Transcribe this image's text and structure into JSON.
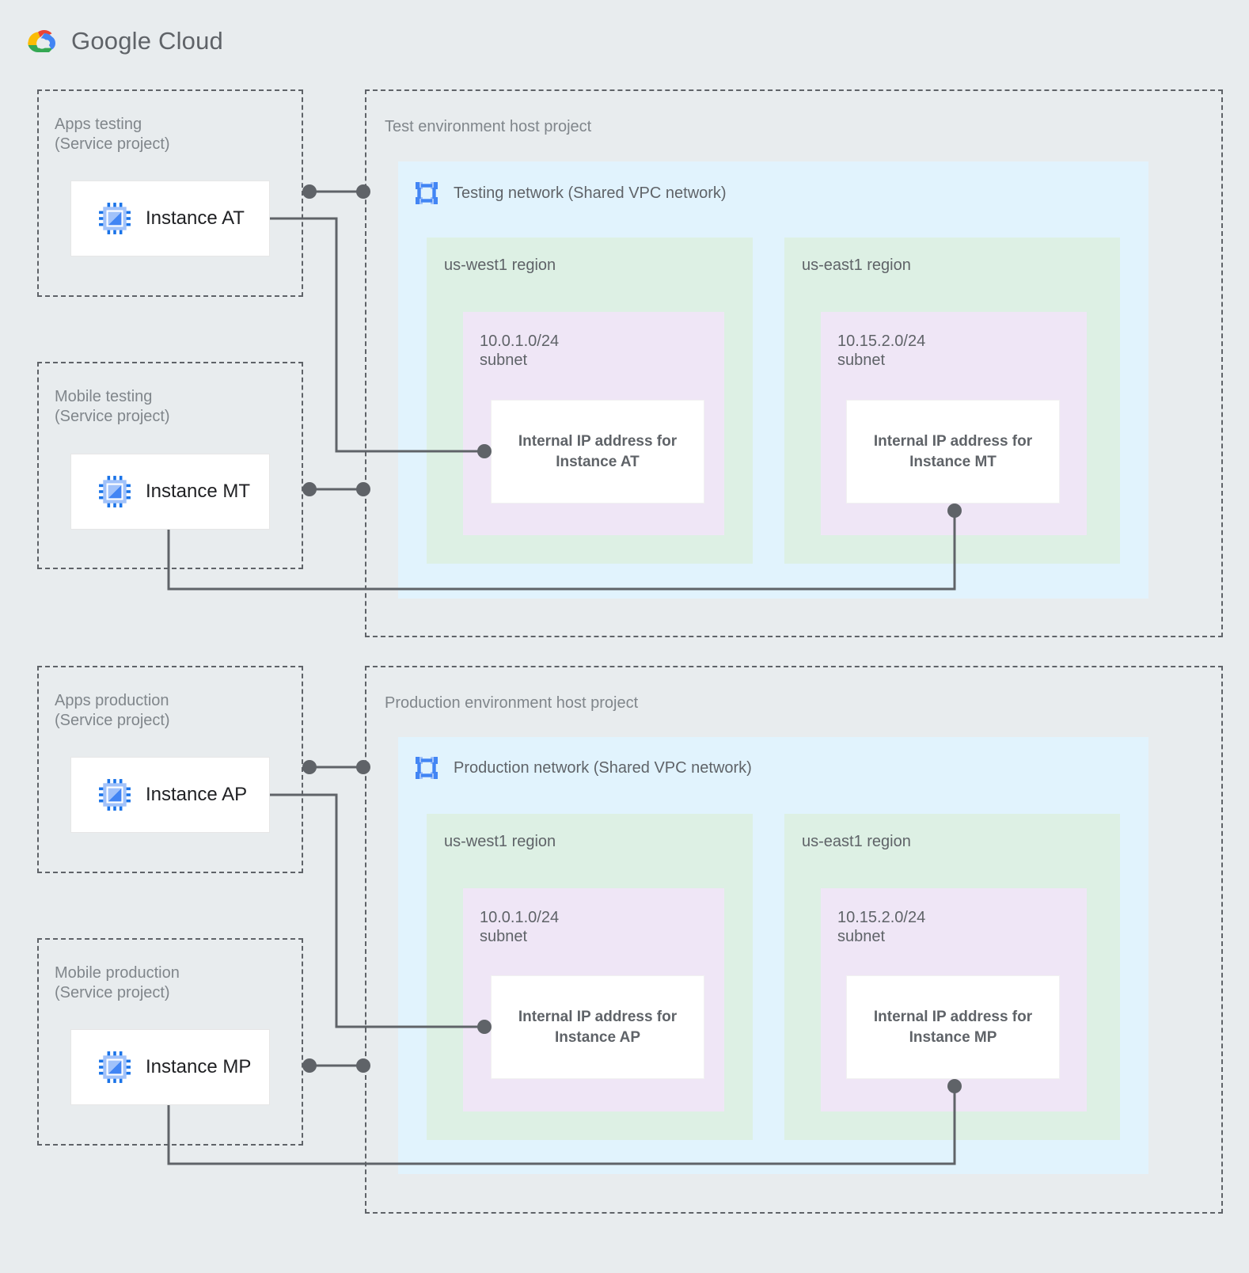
{
  "brand": {
    "name_bold": "Google",
    "name_light": "Cloud",
    "logo_colors": {
      "red": "#ea4335",
      "yellow": "#fbbc04",
      "green": "#34a853",
      "blue": "#4285f4"
    }
  },
  "colors": {
    "page_background": "#e8ecee",
    "vpc_network": "#e1f3fd",
    "region": "#ddf0e4",
    "subnet": "#efe6f6",
    "card": "#ffffff",
    "line": "#5f6368",
    "label_text": "#80868b",
    "body_text": "#5f6368",
    "instance_text": "#202124",
    "icon_blue": "#4285f4",
    "icon_blue_light": "#a1c2fa"
  },
  "service_projects": [
    {
      "id": "apps-testing",
      "label": "Apps testing\n(Service project)",
      "instance": {
        "label": "Instance AT",
        "icon": "vm-chip-icon"
      }
    },
    {
      "id": "mobile-testing",
      "label": "Mobile testing\n(Service project)",
      "instance": {
        "label": "Instance MT",
        "icon": "vm-chip-icon"
      }
    },
    {
      "id": "apps-production",
      "label": "Apps production\n(Service project)",
      "instance": {
        "label": "Instance AP",
        "icon": "vm-chip-icon"
      }
    },
    {
      "id": "mobile-production",
      "label": "Mobile production\n(Service project)",
      "instance": {
        "label": "Instance MP",
        "icon": "vm-chip-icon"
      }
    }
  ],
  "host_projects": [
    {
      "id": "test-environment",
      "label": "Test environment host project",
      "network": {
        "title": "Testing network (Shared VPC network)",
        "icon": "vpc-network-icon"
      },
      "regions": [
        {
          "id": "test-us-west1",
          "label": "us-west1 region",
          "subnet": {
            "label": "10.0.1.0/24\nsubnet",
            "cidr": "10.0.1.0/24",
            "ip_card": "Internal IP address for\nInstance AT"
          }
        },
        {
          "id": "test-us-east1",
          "label": "us-east1 region",
          "subnet": {
            "label": "10.15.2.0/24\nsubnet",
            "cidr": "10.15.2.0/24",
            "ip_card": "Internal IP address for\nInstance MT"
          }
        }
      ]
    },
    {
      "id": "production-environment",
      "label": "Production environment host project",
      "network": {
        "title": "Production network (Shared VPC network)",
        "icon": "vpc-network-icon"
      },
      "regions": [
        {
          "id": "prod-us-west1",
          "label": "us-west1 region",
          "subnet": {
            "label": "10.0.1.0/24\nsubnet",
            "cidr": "10.0.1.0/24",
            "ip_card": "Internal IP address for\nInstance AP"
          }
        },
        {
          "id": "prod-us-east1",
          "label": "us-east1 region",
          "subnet": {
            "label": "10.15.2.0/24\nsubnet",
            "cidr": "10.15.2.0/24",
            "ip_card": "Internal IP address for\nInstance MP"
          }
        }
      ]
    }
  ],
  "connections": [
    {
      "from": "Instance AT",
      "to": "Internal IP address for Instance AT"
    },
    {
      "from": "Instance MT",
      "to": "Internal IP address for Instance MT"
    },
    {
      "from": "Instance AP",
      "to": "Internal IP address for Instance AP"
    },
    {
      "from": "Instance MP",
      "to": "Internal IP address for Instance MP"
    }
  ]
}
